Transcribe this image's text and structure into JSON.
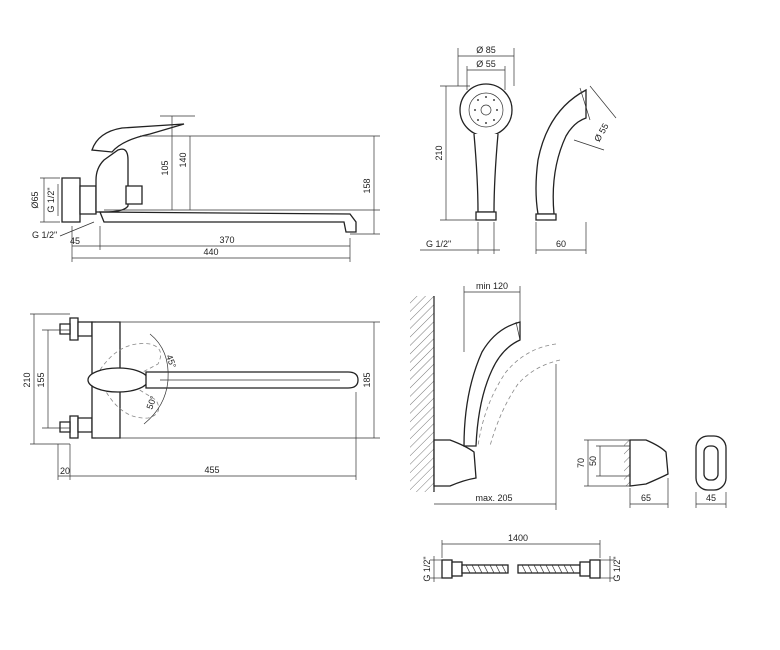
{
  "drawing": {
    "mixer_side": {
      "d65": "Ø65",
      "g_half_left": "G 1/2\"",
      "g_half_bottom": "G 1/2\"",
      "dim_45": "45",
      "dim_105": "105",
      "dim_140": "140",
      "dim_158": "158",
      "dim_370": "370",
      "dim_440": "440"
    },
    "mixer_top": {
      "dim_210": "210",
      "dim_155": "155",
      "dim_185": "185",
      "dim_20": "20",
      "dim_455": "455",
      "angle_45": "45°",
      "angle_50": "50°"
    },
    "hand_shower": {
      "d85": "Ø 85",
      "d55": "Ø 55",
      "dim_210": "210",
      "g_half": "G 1/2\"",
      "dim_60": "60",
      "side_d55": "Ø 55"
    },
    "holder_wall": {
      "min_120": "min 120",
      "max_205": "max. 205"
    },
    "holder": {
      "dim_70": "70",
      "dim_50": "50",
      "dim_65": "65",
      "dim_45": "45"
    },
    "hose": {
      "dim_1400": "1400",
      "g_left": "G 1/2\"",
      "g_right": "G 1/2\""
    }
  }
}
